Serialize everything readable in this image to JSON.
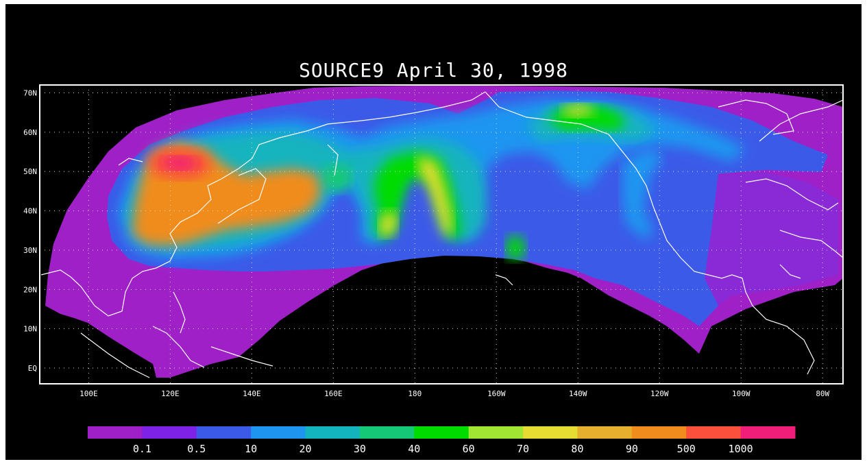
{
  "title": "SOURCE9 April 30, 1998",
  "map": {
    "lat_labels": [
      {
        "text": "70N",
        "lat": 70
      },
      {
        "text": "60N",
        "lat": 60
      },
      {
        "text": "50N",
        "lat": 50
      },
      {
        "text": "40N",
        "lat": 40
      },
      {
        "text": "30N",
        "lat": 30
      },
      {
        "text": "20N",
        "lat": 20
      },
      {
        "text": "10N",
        "lat": 10
      },
      {
        "text": "EQ",
        "lat": 0
      }
    ],
    "lon_labels": [
      {
        "text": "100E",
        "lon": 100
      },
      {
        "text": "120E",
        "lon": 120
      },
      {
        "text": "140E",
        "lon": 140
      },
      {
        "text": "160E",
        "lon": 160
      },
      {
        "text": "180",
        "lon": 180
      },
      {
        "text": "160W",
        "lon": 200
      },
      {
        "text": "140W",
        "lon": 220
      },
      {
        "text": "120W",
        "lon": 240
      },
      {
        "text": "100W",
        "lon": 260
      },
      {
        "text": "80W",
        "lon": 280
      }
    ],
    "lon_range": [
      88,
      285
    ],
    "lat_range": [
      -4,
      72
    ],
    "grid": "dotted",
    "background_color": "#000000",
    "coastline_color": "#ffffff"
  },
  "colorbar": {
    "colors": [
      "#a020c8",
      "#7d22e6",
      "#3c5ae8",
      "#1e96f0",
      "#14b4be",
      "#14c878",
      "#00dc00",
      "#a0e632",
      "#e6dc32",
      "#e6af2d",
      "#f08c1e",
      "#fa503c",
      "#f01e78"
    ],
    "labels": [
      "0.1",
      "0.5",
      "10",
      "20",
      "30",
      "40",
      "60",
      "70",
      "80",
      "90",
      "500",
      "1000"
    ]
  }
}
